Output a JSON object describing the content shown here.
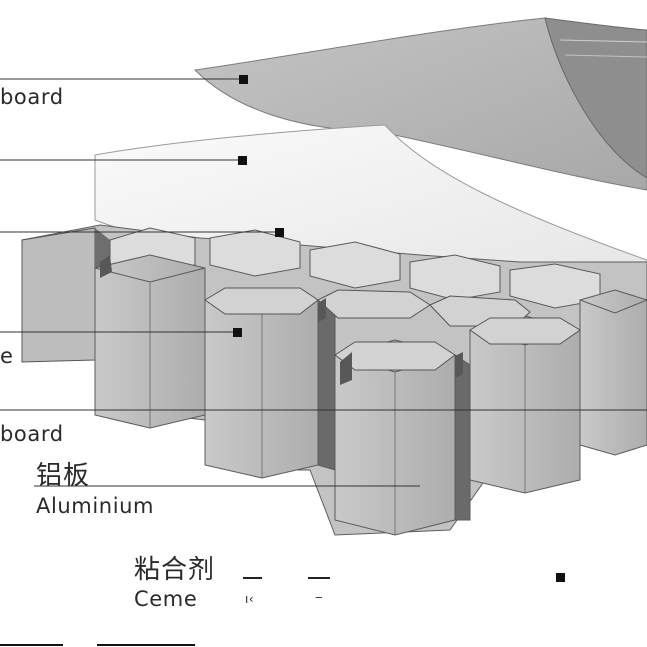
{
  "labels": {
    "top_board": "board",
    "core_partial": "e",
    "bottom_board": "board",
    "aluminium_cn": "铝板",
    "aluminium_en": "Aluminium",
    "cement_cn": "粘合剂",
    "cement_en": "Ceme",
    "cement_fragment_1": "ı‹",
    "cement_fragment_2": "‒"
  },
  "colors": {
    "top_sheet": "#b5b5b5",
    "top_sheet_right": "#8c8c8c",
    "middle_sheet": "#f2f2f2",
    "cell_face": "#b9b9b9",
    "cell_light": "#cfcfcf",
    "cell_dark": "#6d6d6d",
    "leader_line": "#333333"
  }
}
